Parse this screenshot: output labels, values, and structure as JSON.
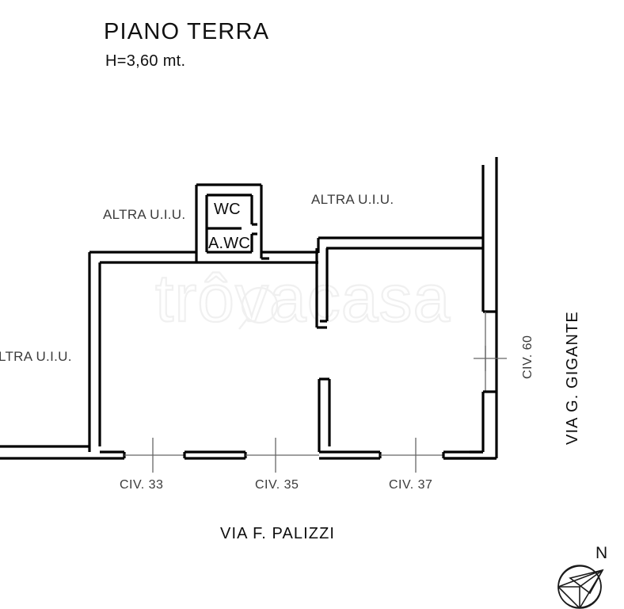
{
  "document": {
    "title": "PIANO TERRA",
    "height_note": "H=3,60 mt.",
    "type": "floor-plan"
  },
  "watermark": {
    "text": "trôvacasa",
    "color": "#f1f1f1"
  },
  "rooms": [
    {
      "id": "wc",
      "label": "WC"
    },
    {
      "id": "awc",
      "label": "A.WC"
    }
  ],
  "adjacent_units": [
    {
      "id": "altra-left",
      "label": "ALTRA U.I.U."
    },
    {
      "id": "altra-right",
      "label": "ALTRA U.I.U."
    },
    {
      "id": "altra-west",
      "label": "LTRA U.I.U."
    }
  ],
  "civic_numbers": [
    {
      "id": "civ-33",
      "label": "CIV. 33"
    },
    {
      "id": "civ-35",
      "label": "CIV. 35"
    },
    {
      "id": "civ-37",
      "label": "CIV. 37"
    },
    {
      "id": "civ-60",
      "label": "CIV. 60"
    }
  ],
  "streets": [
    {
      "id": "palizzi",
      "label": "VIA F. PALIZZI",
      "orientation": "horizontal"
    },
    {
      "id": "gigante",
      "label": "VIA G. GIGANTE",
      "orientation": "vertical"
    }
  ],
  "compass": {
    "north_label": "N"
  },
  "colors": {
    "wall": "#000000",
    "thin_line": "#555555",
    "text": "#111111",
    "label_grey": "#3b3b3b",
    "background": "#ffffff"
  }
}
